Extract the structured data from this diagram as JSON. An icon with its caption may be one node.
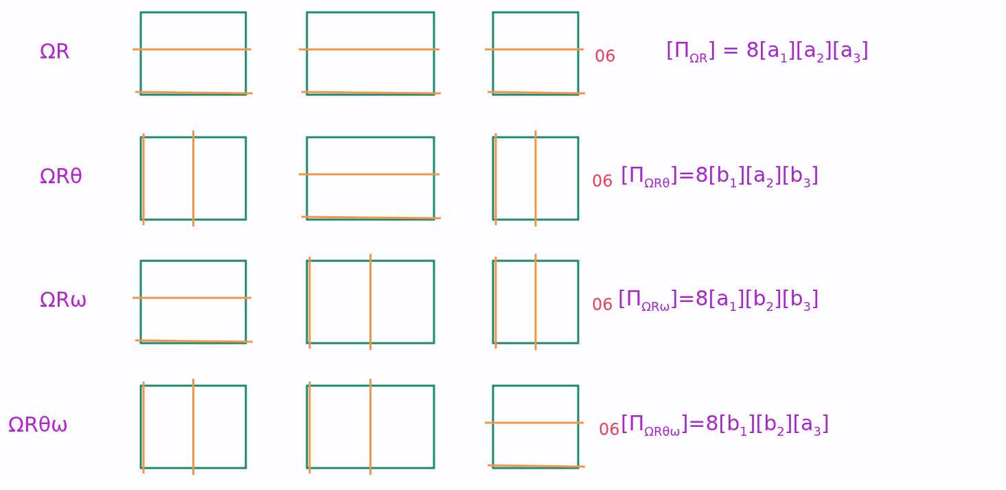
{
  "diagram": {
    "labels": [
      "ΩR",
      "06",
      "[Π$_{ΩR}$] = 8[a$_{1}$][a$_{2}$][a$_{3}$]",
      "ΩRθ",
      "06",
      "[Π$_{ΩRθ}$]=8[b$_{1}$][a$_{2}$][b$_{3}$]",
      "ΩRω",
      "06",
      "[Π$_{ΩRω}$]=8[a$_{1}$][b$_{2}$][b$_{3}$]",
      "ΩRθω",
      "06",
      "[Π$_{ΩRθω}$]=8[b$_{1}$][b$_{2}$][a$_{3}$]"
    ]
  }
}
